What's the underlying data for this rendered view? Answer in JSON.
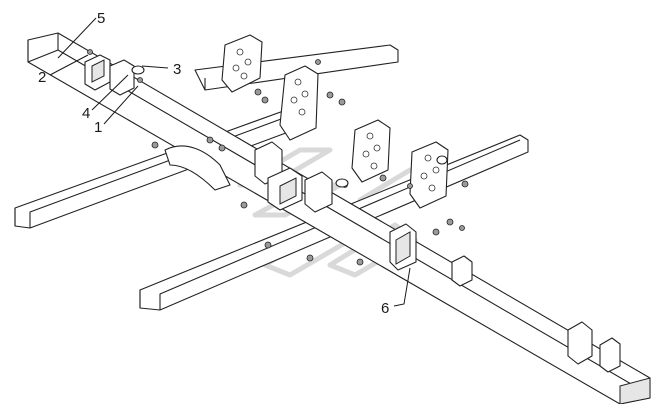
{
  "callouts": [
    {
      "id": "5",
      "label": "5"
    },
    {
      "id": "2",
      "label": "2"
    },
    {
      "id": "3",
      "label": "3"
    },
    {
      "id": "4",
      "label": "4"
    },
    {
      "id": "1",
      "label": "1"
    },
    {
      "id": "6",
      "label": "6"
    }
  ],
  "colors": {
    "line": "#222222",
    "watermark": "#d9d9d9",
    "background": "#ffffff"
  }
}
